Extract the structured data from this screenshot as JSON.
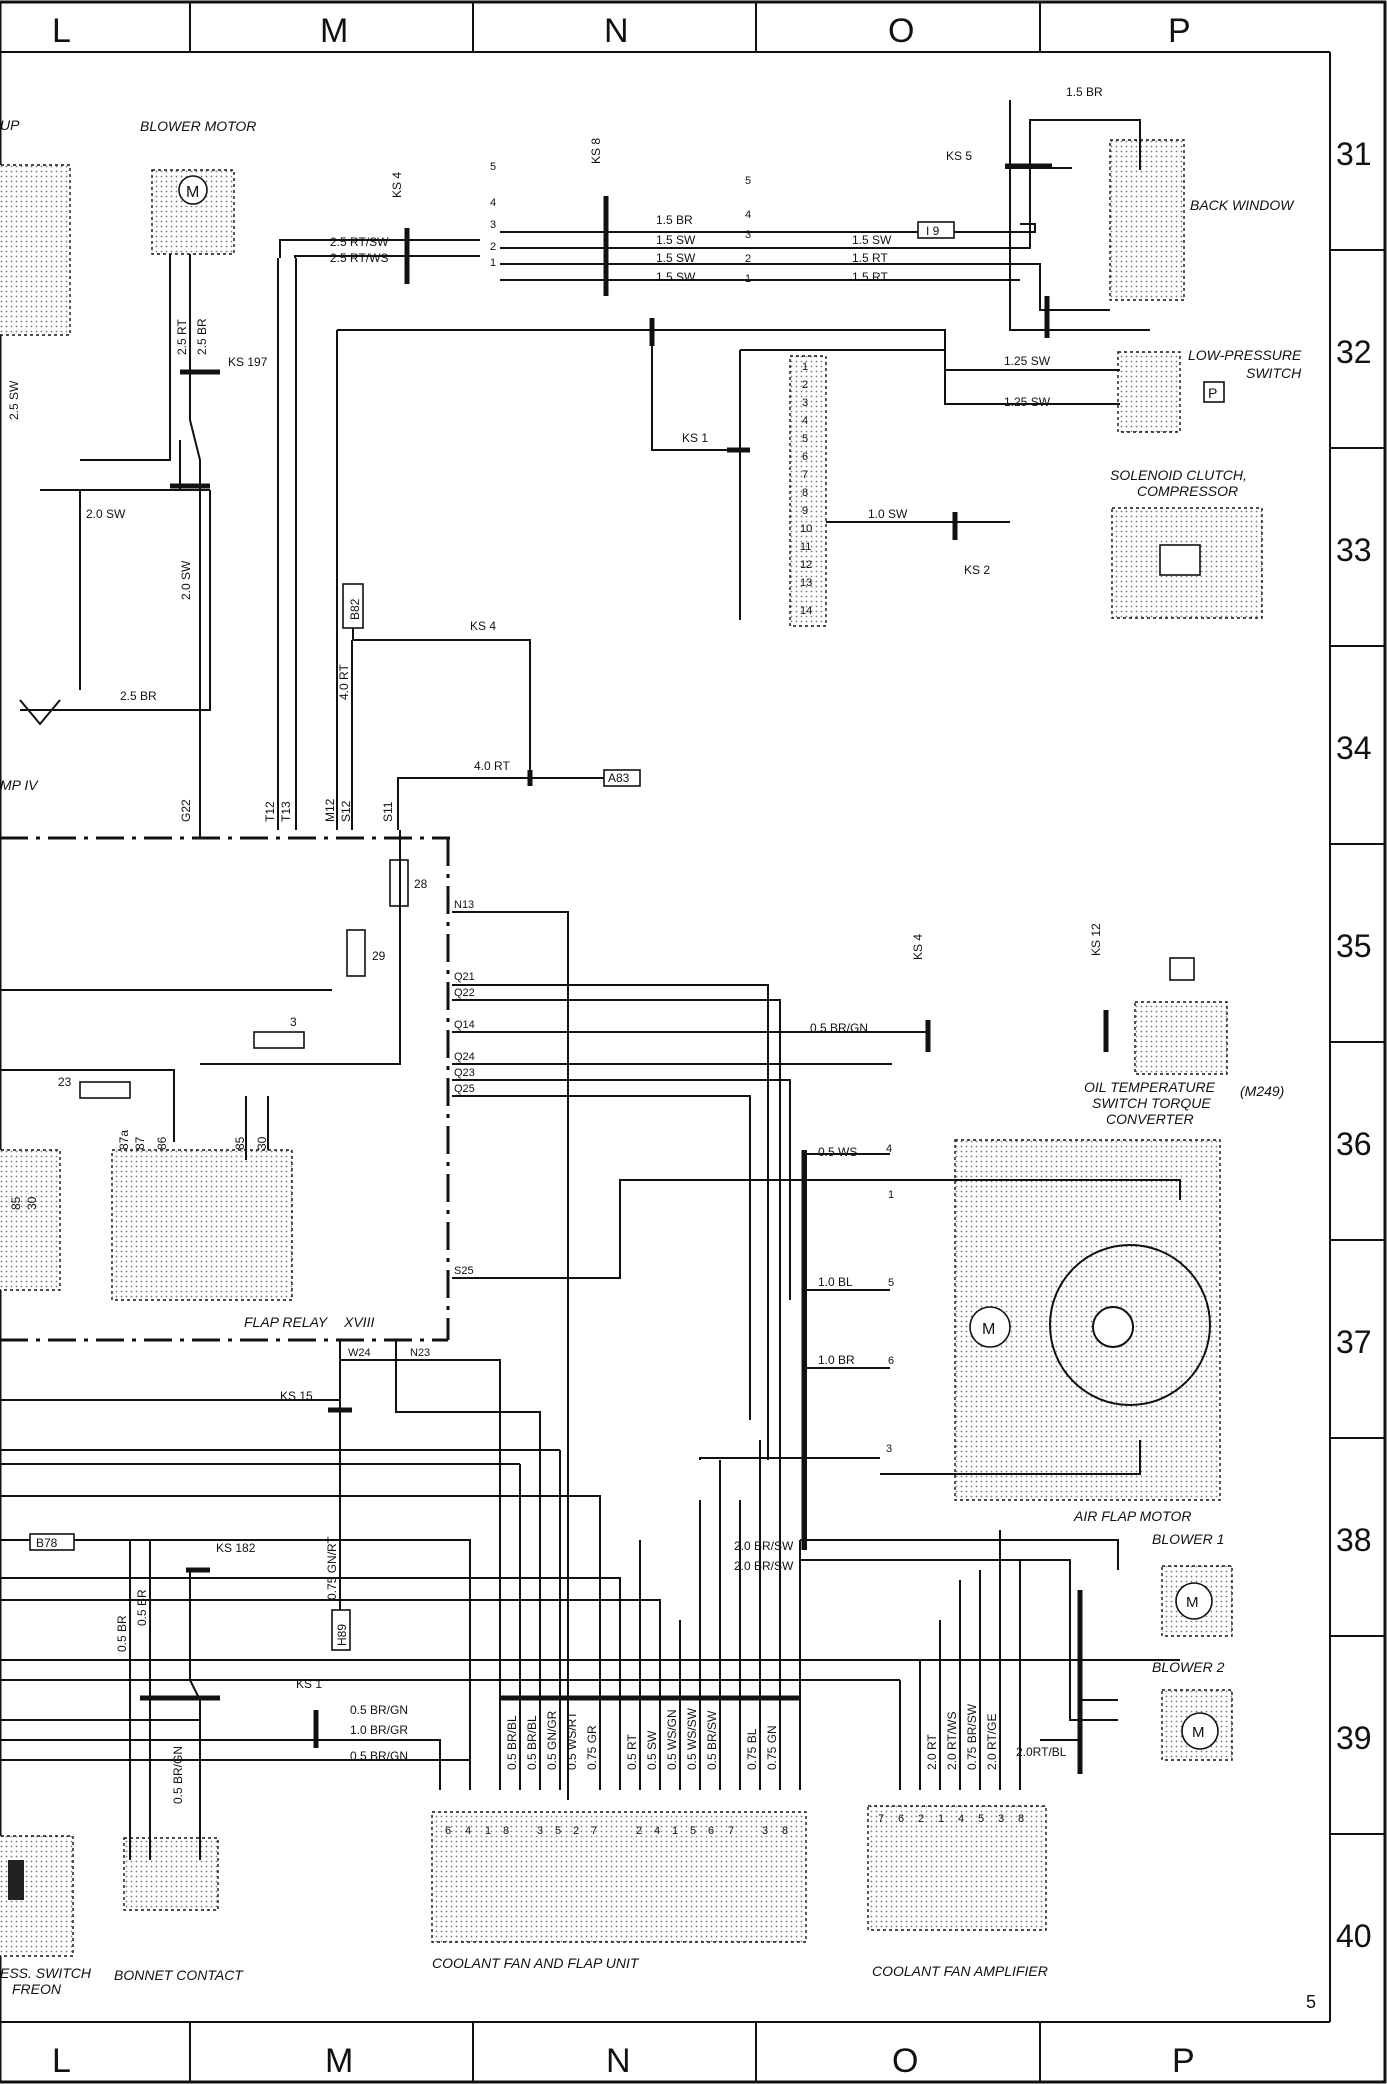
{
  "grid": {
    "columns": [
      "L",
      "M",
      "N",
      "O",
      "P"
    ],
    "rows": [
      "31",
      "32",
      "33",
      "34",
      "35",
      "36",
      "37",
      "38",
      "39",
      "40"
    ],
    "page_number": "5"
  },
  "components": {
    "cup_fragment": "UP",
    "blower_motor": "BLOWER MOTOR",
    "back_window": "BACK WINDOW",
    "low_pressure_switch_1": "LOW-PRESSURE",
    "low_pressure_switch_2": "SWITCH",
    "solenoid_1": "SOLENOID CLUTCH,",
    "solenoid_2": "COMPRESSOR",
    "mp_fragment": "MP IV",
    "oil_temp_1": "OIL TEMPERATURE",
    "oil_temp_code": "(M249)",
    "oil_temp_2": "SWITCH TORQUE",
    "oil_temp_3": "CONVERTER",
    "flap_relay": "FLAP RELAY",
    "flap_relay_num": "XVIII",
    "air_flap_motor": "AIR FLAP MOTOR",
    "blower_1": "BLOWER  1",
    "blower_2": "BLOWER  2",
    "press_switch_1": "ESS. SWITCH",
    "press_switch_2": "FREON",
    "bonnet_contact": "BONNET CONTACT",
    "coolant_fan_flap": "COOLANT FAN AND FLAP UNIT",
    "coolant_fan_amp": "COOLANT FAN AMPLIFIER"
  },
  "connectors": {
    "ks4a": "KS 4",
    "ks8": "KS 8",
    "ks5": "KS 5",
    "ks197": "KS 197",
    "ks1a": "KS 1",
    "ks2": "KS 2",
    "ks4b": "KS 4",
    "ks4c": "KS 4",
    "ks12": "KS 12",
    "ks15": "KS 15",
    "ks182": "KS 182",
    "ks1b": "KS 1",
    "b82": "B82",
    "a83": "A83",
    "b78": "B78",
    "h89": "H89",
    "i9": "I 9",
    "p": "P",
    "f28": "28",
    "f29": "29",
    "f3": "3",
    "f23": "23"
  },
  "terminals": {
    "g22": "G22",
    "t12": "T12",
    "t13": "T13",
    "m12": "M12",
    "s12": "S12",
    "s11": "S11",
    "n13": "N13",
    "q21": "Q21",
    "q22": "Q22",
    "q14": "Q14",
    "q24": "Q24",
    "q23": "Q23",
    "q25": "Q25",
    "s25": "S25",
    "w24": "W24",
    "n23": "N23",
    "r87a": "87a",
    "r87": "87",
    "r86": "86",
    "r85": "85",
    "r30": "30",
    "l85": "85",
    "l30": "30"
  },
  "wires": {
    "w1": "1.5  BR",
    "w2": "2.5  RT/SW",
    "w3": "2.5  RT/WS",
    "w4": "1.5  BR",
    "w5": "1.5  SW",
    "w6": "1.5  SW",
    "w7": "1.5  SW",
    "w8": "1.5  SW",
    "w9": "1.5  RT",
    "w10": "1.5  RT",
    "w11": "1.25  SW",
    "w12": "1.25  SW",
    "w13": "2.0  SW",
    "w14": "1.0  SW",
    "w15": "2.5  BR",
    "w16": "4.0  RT",
    "w17": "0.5  BR/GN",
    "w18": "0.5  WS",
    "w19": "1.0  BL",
    "w20": "1.0  BR",
    "w21": "2.0  BR/SW",
    "w22": "2.0  BR/SW",
    "w23": "0.5  BR/GN",
    "w24": "1.0  BR/GR",
    "w25": "0.5  BR/GN",
    "w26": "2.0RT/BL",
    "v1": "2.5  RT",
    "v2": "2.5  BR",
    "v3": "2.5  SW",
    "v4": "2.0  SW",
    "v5": "4.0  RT",
    "v6": "0.75  GN/RT",
    "v7": "0.5  BR",
    "v8": "0.5  BR",
    "v9": "0.5  BR/GN",
    "bottom": [
      "0.5  BR/BL",
      "0.5  BR/BL",
      "0.5  GN/GR",
      "0.5  WS/RT",
      "0.75 GR",
      "0.5  RT",
      "0.5  SW",
      "0.5  WS/GN",
      "0.5  WS/SW",
      "0.5  BR/SW",
      "0.75 BL",
      "0.75 GN",
      "2.0  RT",
      "2.0  RT/WS",
      "0.75 BR/SW",
      "2.0  RT/GE"
    ]
  },
  "pins": {
    "cf": [
      "6",
      "4",
      "1",
      "8",
      "3",
      "5",
      "2",
      "7",
      "2",
      "4",
      "1",
      "5",
      "6",
      "7",
      "3",
      "8"
    ],
    "amp": [
      "7",
      "6",
      "2",
      "1",
      "4",
      "5",
      "3",
      "8"
    ],
    "motor": [
      "4",
      "1",
      "5",
      "6",
      "3"
    ],
    "left_conn": [
      "5",
      "4",
      "3",
      "2",
      "1"
    ],
    "right_conn": [
      "5",
      "4",
      "3",
      "2",
      "1"
    ],
    "multi": [
      "1",
      "2",
      "3",
      "4",
      "5",
      "6",
      "7",
      "8",
      "9",
      "10",
      "11",
      "12",
      "13",
      "14"
    ]
  }
}
